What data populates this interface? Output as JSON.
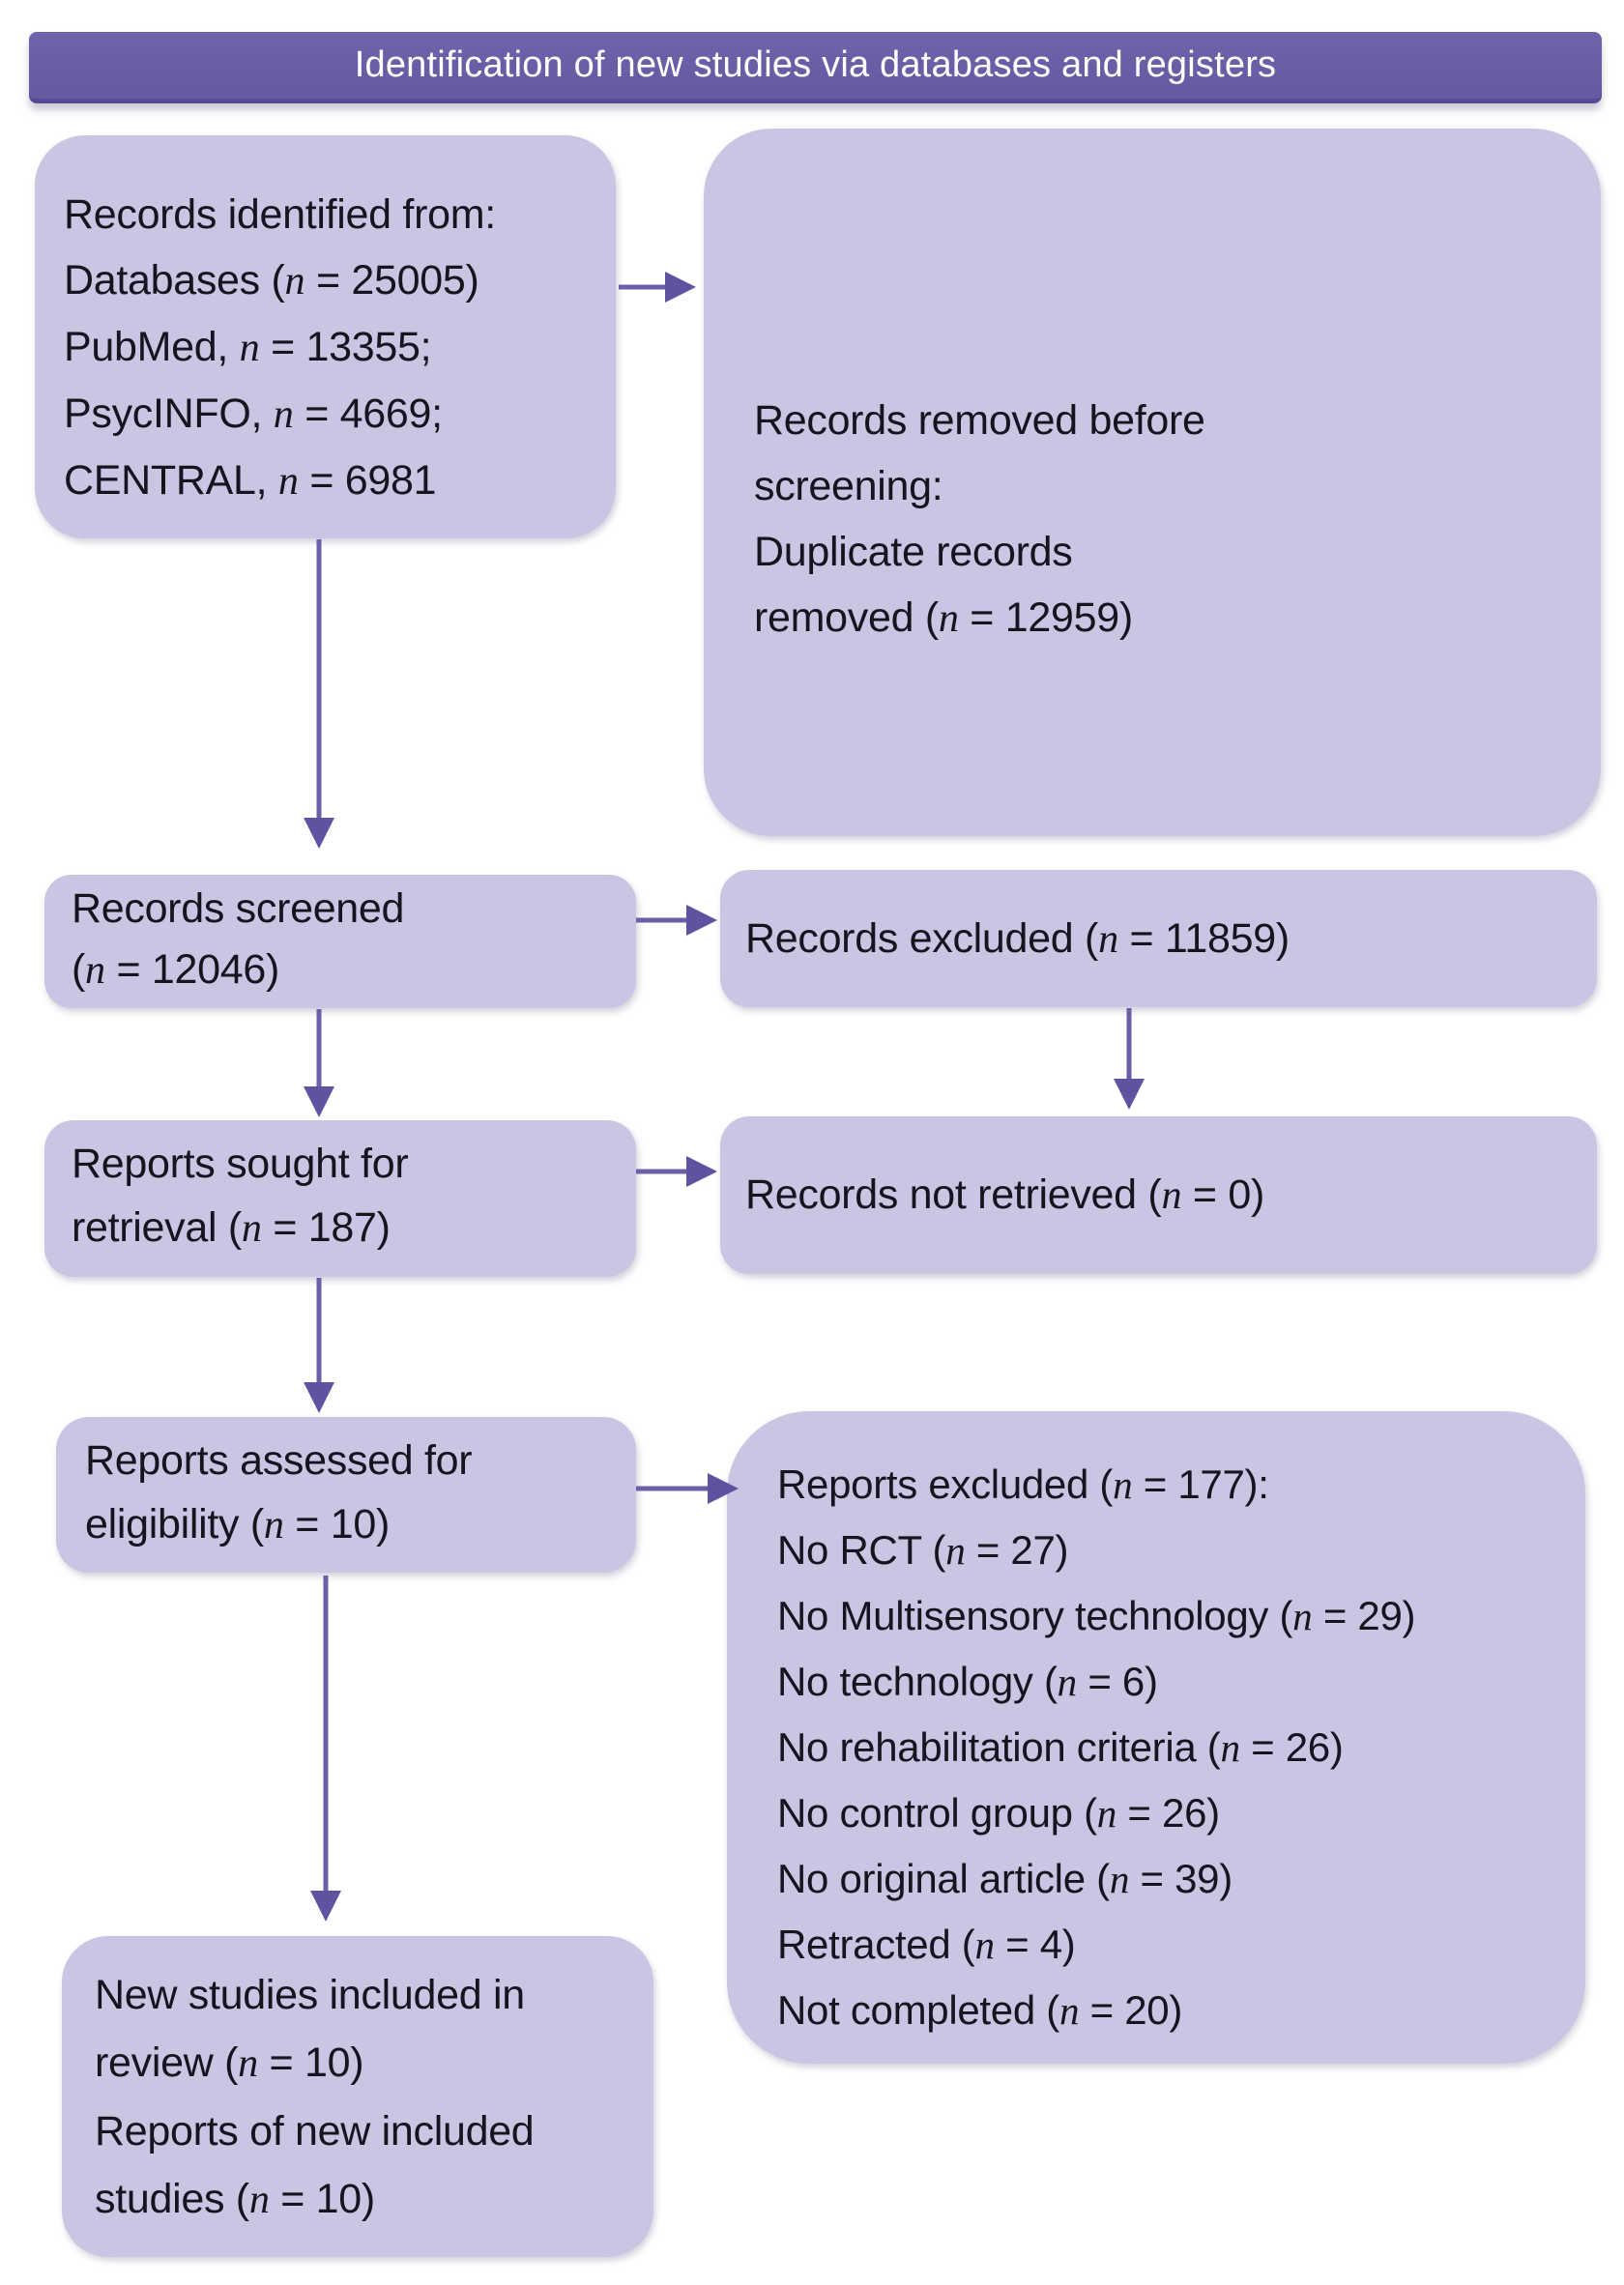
{
  "banner": {
    "title": "Identification of new studies via databases and registers"
  },
  "boxes": {
    "identified": {
      "lines": [
        "Records identified from:",
        "Databases (n = 25005)",
        "PubMed, n = 13355;",
        "PsycINFO, n = 4669;",
        "CENTRAL, n = 6981"
      ]
    },
    "removed": {
      "lines": [
        "Records removed before",
        "screening:",
        "Duplicate records",
        "removed (n = 12959)"
      ]
    },
    "screened": {
      "lines": [
        "Records screened",
        "(n = 12046)"
      ]
    },
    "excluded": {
      "lines": [
        "Records excluded (n = 11859)"
      ]
    },
    "sought": {
      "lines": [
        "Reports sought for",
        "retrieval (n = 187)"
      ]
    },
    "not_retrieved": {
      "lines": [
        "Records not retrieved (n = 0)"
      ]
    },
    "assessed": {
      "lines": [
        "Reports assessed for",
        "eligibility (n = 10)"
      ]
    },
    "reports_excluded": {
      "lines": [
        "Reports excluded (n = 177):",
        "No RCT (n = 27)",
        "No Multisensory technology (n = 29)",
        "No technology (n = 6)",
        "No rehabilitation criteria (n = 26)",
        "No control group (n = 26)",
        "No original article (n = 39)",
        "Retracted (n = 4)",
        "Not completed (n = 20)"
      ]
    },
    "included": {
      "lines": [
        "New studies included in",
        "review (n = 10)",
        "Reports of new included",
        "studies (n = 10)"
      ]
    }
  },
  "colors": {
    "banner": "#695da7",
    "banner_edge": "#554a96",
    "box_fill": "#c9c5e2",
    "arrow": "#6a5fa8",
    "arrow_head": "#5e53a0",
    "text": "#16141f",
    "banner_text": "#ffffff"
  }
}
